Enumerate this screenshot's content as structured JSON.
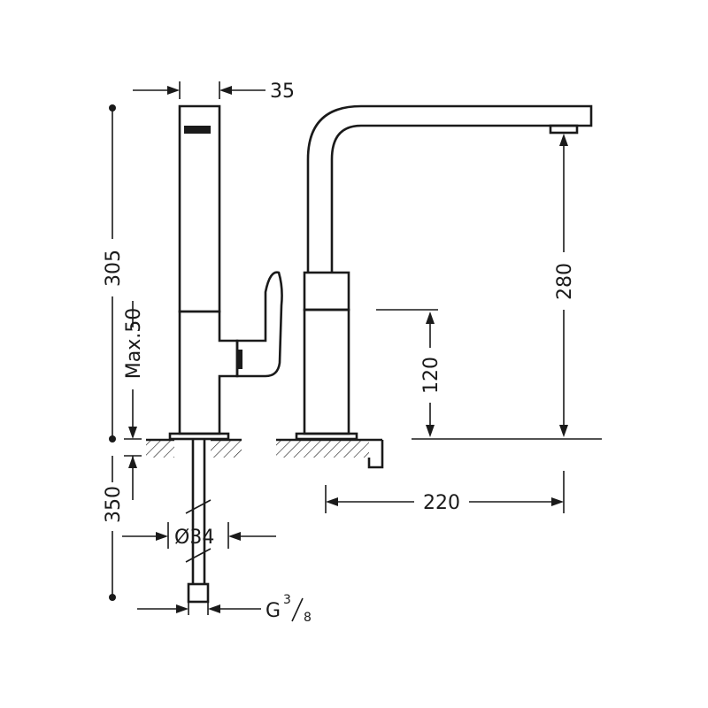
{
  "dimensions": {
    "width_top": "35",
    "height_total": "305",
    "max_thickness": "Max.50",
    "spout_height": "280",
    "handle_height": "120",
    "spout_reach": "220",
    "hose_length": "350",
    "hole_diameter": "Ø34",
    "connection_prefix": "G",
    "connection_num": "3",
    "connection_den": "8"
  }
}
